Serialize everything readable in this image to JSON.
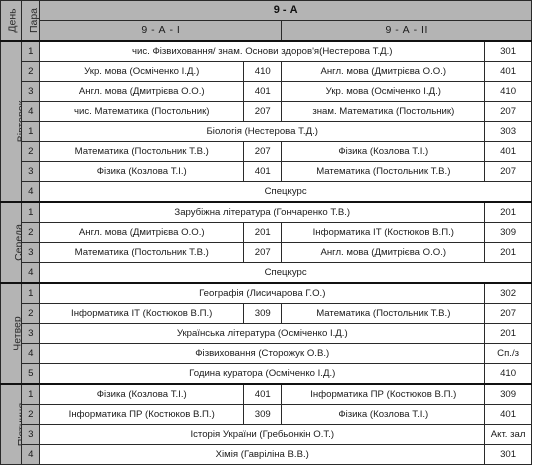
{
  "header": {
    "day_label": "День",
    "pair_label": "Пара",
    "class_name": "9 - А",
    "groups": [
      "9 - А - I",
      "9 - А - II"
    ]
  },
  "days": [
    {
      "name": "Вівторок",
      "rows": [
        {
          "num": "1",
          "cells": [
            {
              "text": "чис. Фізвиховання/ знам. Основи здоров'я(Нестерова Т.Д.)",
              "kind": "merged"
            },
            {
              "text": "301",
              "kind": "room"
            }
          ]
        },
        {
          "num": "2",
          "cells": [
            {
              "text": "Укр. мова (Осміченко І.Д.)",
              "kind": "subj"
            },
            {
              "text": "410",
              "kind": "room"
            },
            {
              "text": "Англ. мова (Дмитрієва О.О.)",
              "kind": "subj"
            },
            {
              "text": "401",
              "kind": "room"
            }
          ]
        },
        {
          "num": "3",
          "cells": [
            {
              "text": "Англ. мова (Дмитрієва О.О.)",
              "kind": "subj"
            },
            {
              "text": "401",
              "kind": "room"
            },
            {
              "text": "Укр. мова (Осміченко І.Д.)",
              "kind": "subj"
            },
            {
              "text": "410",
              "kind": "room"
            }
          ]
        },
        {
          "num": "4",
          "cells": [
            {
              "text": "чис. Математика (Постольник)",
              "kind": "subj"
            },
            {
              "text": "207",
              "kind": "room"
            },
            {
              "text": "знам. Математика (Постольник)",
              "kind": "subj"
            },
            {
              "text": "207",
              "kind": "room"
            }
          ]
        },
        {
          "num": "1",
          "cells": [
            {
              "text": "Біологія (Нестерова Т.Д.)",
              "kind": "merged"
            },
            {
              "text": "303",
              "kind": "room"
            }
          ]
        },
        {
          "num": "2",
          "cells": [
            {
              "text": "Математика (Постольник Т.В.)",
              "kind": "subj"
            },
            {
              "text": "207",
              "kind": "room"
            },
            {
              "text": "Фізика (Козлова Т.І.)",
              "kind": "subj"
            },
            {
              "text": "401",
              "kind": "room"
            }
          ]
        },
        {
          "num": "3",
          "cells": [
            {
              "text": "Фізика (Козлова Т.І.)",
              "kind": "subj"
            },
            {
              "text": "401",
              "kind": "room"
            },
            {
              "text": "Математика (Постольник Т.В.)",
              "kind": "subj"
            },
            {
              "text": "207",
              "kind": "room"
            }
          ]
        },
        {
          "num": "4",
          "cells": [
            {
              "text": "Спецкурс",
              "kind": "full"
            }
          ]
        }
      ]
    },
    {
      "name": "Середа",
      "rows": [
        {
          "num": "1",
          "cells": [
            {
              "text": "Зарубіжна література (Гончаренко Т.В.)",
              "kind": "merged"
            },
            {
              "text": "201",
              "kind": "room"
            }
          ]
        },
        {
          "num": "2",
          "cells": [
            {
              "text": "Англ. мова (Дмитрієва О.О.)",
              "kind": "subj"
            },
            {
              "text": "201",
              "kind": "room"
            },
            {
              "text": "Інформатика ІТ (Костюков В.П.)",
              "kind": "subj"
            },
            {
              "text": "309",
              "kind": "room"
            }
          ]
        },
        {
          "num": "3",
          "cells": [
            {
              "text": "Математика (Постольник Т.В.)",
              "kind": "subj"
            },
            {
              "text": "207",
              "kind": "room"
            },
            {
              "text": "Англ. мова (Дмитрієва О.О.)",
              "kind": "subj"
            },
            {
              "text": "201",
              "kind": "room"
            }
          ]
        },
        {
          "num": "4",
          "cells": [
            {
              "text": "Спецкурс",
              "kind": "full"
            }
          ]
        }
      ]
    },
    {
      "name": "Четвер",
      "rows": [
        {
          "num": "1",
          "cells": [
            {
              "text": "Географія (Лисичарова Г.О.)",
              "kind": "merged"
            },
            {
              "text": "302",
              "kind": "room"
            }
          ]
        },
        {
          "num": "2",
          "cells": [
            {
              "text": "Інформатика ІТ (Костюков В.П.)",
              "kind": "subj"
            },
            {
              "text": "309",
              "kind": "room"
            },
            {
              "text": "Математика (Постольник Т.В.)",
              "kind": "subj"
            },
            {
              "text": "207",
              "kind": "room"
            }
          ]
        },
        {
          "num": "3",
          "cells": [
            {
              "text": "Українська література (Осміченко І.Д.)",
              "kind": "merged"
            },
            {
              "text": "201",
              "kind": "room"
            }
          ]
        },
        {
          "num": "4",
          "cells": [
            {
              "text": "Фізвиховання (Сторожук О.В.)",
              "kind": "merged"
            },
            {
              "text": "Сп./з",
              "kind": "room"
            }
          ]
        },
        {
          "num": "5",
          "cells": [
            {
              "text": "Година куратора (Осміченко І.Д.)",
              "kind": "merged"
            },
            {
              "text": "410",
              "kind": "room"
            }
          ]
        }
      ]
    },
    {
      "name": "П'ятниця",
      "rows": [
        {
          "num": "1",
          "cells": [
            {
              "text": "Фізика (Козлова Т.І.)",
              "kind": "subj"
            },
            {
              "text": "401",
              "kind": "room"
            },
            {
              "text": "Інформатика ПР (Костюков В.П.)",
              "kind": "subj"
            },
            {
              "text": "309",
              "kind": "room"
            }
          ]
        },
        {
          "num": "2",
          "cells": [
            {
              "text": "Інформатика ПР (Костюков В.П.)",
              "kind": "subj"
            },
            {
              "text": "309",
              "kind": "room"
            },
            {
              "text": "Фізика (Козлова Т.І.)",
              "kind": "subj"
            },
            {
              "text": "401",
              "kind": "room"
            }
          ]
        },
        {
          "num": "3",
          "cells": [
            {
              "text": "Історія України (Гребьонкін О.Т.)",
              "kind": "merged"
            },
            {
              "text": "Акт. зал",
              "kind": "room"
            }
          ]
        },
        {
          "num": "4",
          "cells": [
            {
              "text": "Хімія (Гавріліна В.В.)",
              "kind": "merged"
            },
            {
              "text": "301",
              "kind": "room"
            }
          ]
        }
      ]
    }
  ],
  "colors": {
    "header_bg": "#b4b4b4",
    "border": "#2a2a2a",
    "cell_bg": "#ffffff"
  }
}
